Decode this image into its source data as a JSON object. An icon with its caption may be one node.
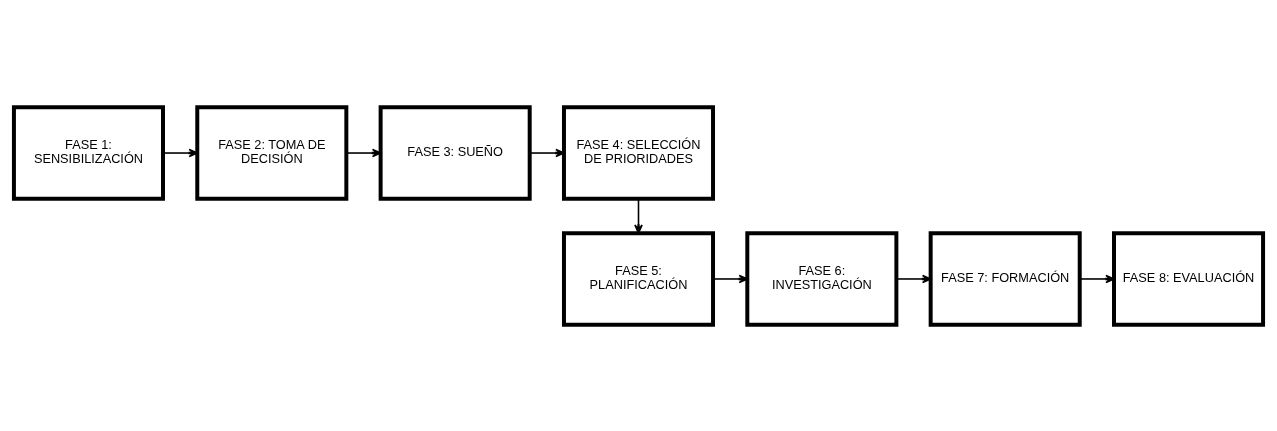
{
  "diagram": {
    "nodes": [
      {
        "text": [
          "FASE 1: SENSIBILIZACIÓN"
        ]
      },
      {
        "text": [
          "FASE 2: TOMA DE DECISIÓN"
        ]
      },
      {
        "text": [
          "FASE 3: SUEÑO"
        ]
      },
      {
        "text": [
          "FASE 4: SELECCIÓN DE PRIORIDADES"
        ]
      },
      {
        "text": [
          "FASE 5: PLANIFICACIÓN"
        ]
      },
      {
        "text": [
          "FASE 6: INVESTIGACIÓN"
        ]
      },
      {
        "text": [
          "FASE 7: FORMACIÓN"
        ]
      },
      {
        "text": [
          "FASE 8: EVALUACIÓN"
        ]
      }
    ],
    "edges": [
      {
        "from": 0,
        "to": 1,
        "arrow": "to"
      },
      {
        "from": 1,
        "to": 2,
        "arrow": "to"
      },
      {
        "from": 2,
        "to": 3,
        "arrow": "to"
      },
      {
        "from": 3,
        "to": 4,
        "arrow": "to"
      },
      {
        "from": 4,
        "to": 5,
        "arrow": "to"
      },
      {
        "from": 5,
        "to": 6,
        "arrow": "to"
      },
      {
        "from": 6,
        "to": 7,
        "arrow": "to"
      }
    ]
  }
}
